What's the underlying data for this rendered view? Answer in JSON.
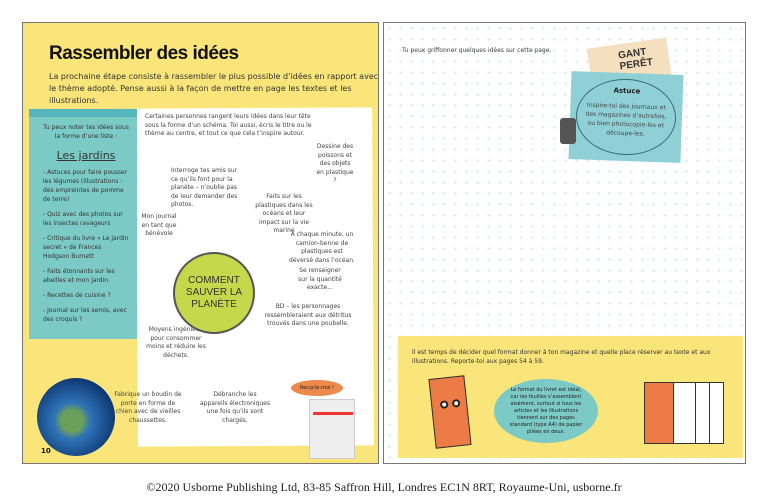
{
  "left_page": {
    "title": "Rassembler des idées",
    "intro": "La prochaine étape consiste à rassembler le plus possible d’idées en rapport avec le thème adopté. Pense aussi à la façon de mettre en page les textes et les illustrations.",
    "list_box": {
      "intro": "Tu peux noter tes idées sous la forme d’une liste :",
      "heading": "Les jardins",
      "items": [
        "- Astuces pour faire pousser les légumes (illustrations : des empreintes de pomme de terre)",
        "- Quiz avec des photos sur les insectes ravageurs",
        "- Critique du livre « Le jardin secret » de Frances Hodgson Burnett",
        "- Faits étonnants sur les abeilles et mon jardin",
        "- Recettes de cuisine ?",
        "- Journal sur les semis, avec des croquis ?"
      ]
    },
    "mindmap": {
      "intro": "Certaines personnes rangent leurs idées dans leur tête sous la forme d’un schéma. Toi aussi, écris le titre ou le thème au centre, et tout ce que cela t’inspire autour.",
      "center": "COMMENT SAUVER LA PLANÈTE",
      "nodes": [
        "Interroge tes amis sur ce qu’ils font pour la planète – n’oublie pas de leur demander des photos.",
        "Dessine des poissons et des objets en plastique ?",
        "Mon journal en tant que bénévole",
        "Faits sur les plastiques dans les océans et leur impact sur la vie marine",
        "À chaque minute, un camion-benne de plastiques est déversé dans l’océan.",
        "Se renseigner sur la quantité exacte...",
        "BD – les personnages ressembleraient aux détritus trouvés dans une poubelle.",
        "Moyens ingénieux pour consommer moins et réduire les déchets.",
        "Fabrique un boudin de porte en forme de chien avec de vieilles chaussettes.",
        "Débranche les appareils électroniques une fois qu’ils sont chargés."
      ],
      "speech_bubble": "Recycle-moi !"
    },
    "page_number": "10"
  },
  "right_page": {
    "top_text": "Tu peux griffonner quelques idées sur cette page.",
    "newspaper_title": "GANT PERÊT",
    "tip": {
      "title": "Astuce",
      "text": "Inspire-toi des journaux et des magazines d’autrefois, ou bien photocopie-les et découpe-les."
    },
    "note": {
      "text": "Il est temps de décider quel format donner à ton magazine et quelle place réserver au texte et aux illustrations. Reporte-toi aux pages 54 à 59.",
      "speech": "Le format du livret est idéal, car les feuilles s’assemblent aisément, surtout si tous les articles et les illustrations tiennent sur des pages standard (type A4) de papier pliées en deux."
    }
  },
  "footer": "©2020 Usborne Publishing Ltd, 83-85 Saffron Hill, Londres EC1N 8RT, Royaume-Uni, usborne.fr"
}
